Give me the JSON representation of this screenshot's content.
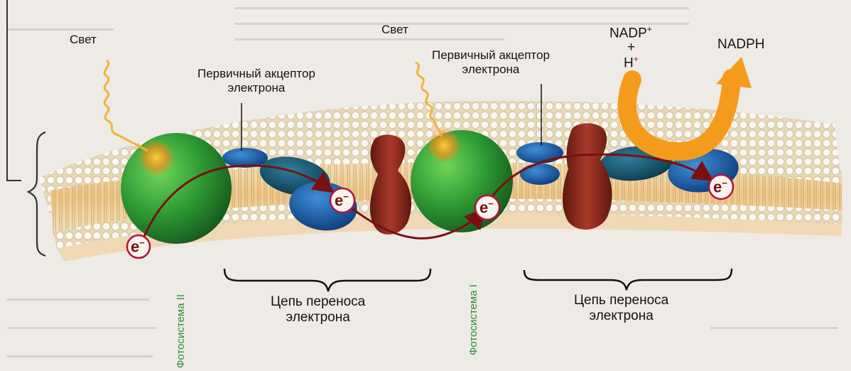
{
  "labels": {
    "light_1": "Свет",
    "light_2": "Свет",
    "primary_acceptor_1": "Первичный акцептор\nэлектрона",
    "primary_acceptor_2": "Первичный акцептор\nэлектрона",
    "nadp": "NADP",
    "nadp_sup": "+",
    "plus": "+",
    "h": "H",
    "h_sup": "+",
    "nadph": "NADPH",
    "electron": "e",
    "electron_sup": "−",
    "photosystem_2": "Фотосистема II",
    "photosystem_1": "Фотосистема I",
    "chain_1": "Цепь переноса\nэлектрона",
    "chain_2": "Цепь переноса\nэлектрона"
  },
  "colors": {
    "photosystem": "#2e9a34",
    "cytochrome": "#8b2a1a",
    "carrier": "#1d5fa8",
    "arrow_electron": "#7a1010",
    "arrow_nadph": "#f59b1c",
    "membrane_head": "#f7f4ea"
  }
}
